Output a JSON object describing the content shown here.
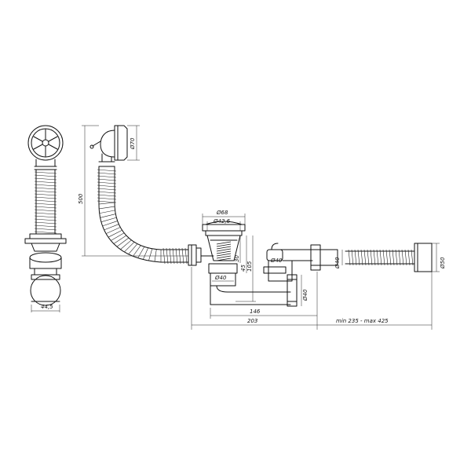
{
  "dimensions": {
    "d70": "Ø70",
    "h500": "500",
    "w44_5": "44,5",
    "d68": "Ø68",
    "d42_6": "Ø42,6",
    "d40_outlet": "Ø40",
    "h30": "30",
    "h45": "45",
    "h105": "105",
    "d40_trap_top": "Ø40",
    "d40_trap_side": "Ø40",
    "d40_pipe": "Ø40",
    "d50": "Ø50",
    "w146": "146",
    "w203": "203",
    "w_range": "min 235 - max 425"
  },
  "colors": {
    "line": "#111111",
    "background": "#ffffff"
  }
}
